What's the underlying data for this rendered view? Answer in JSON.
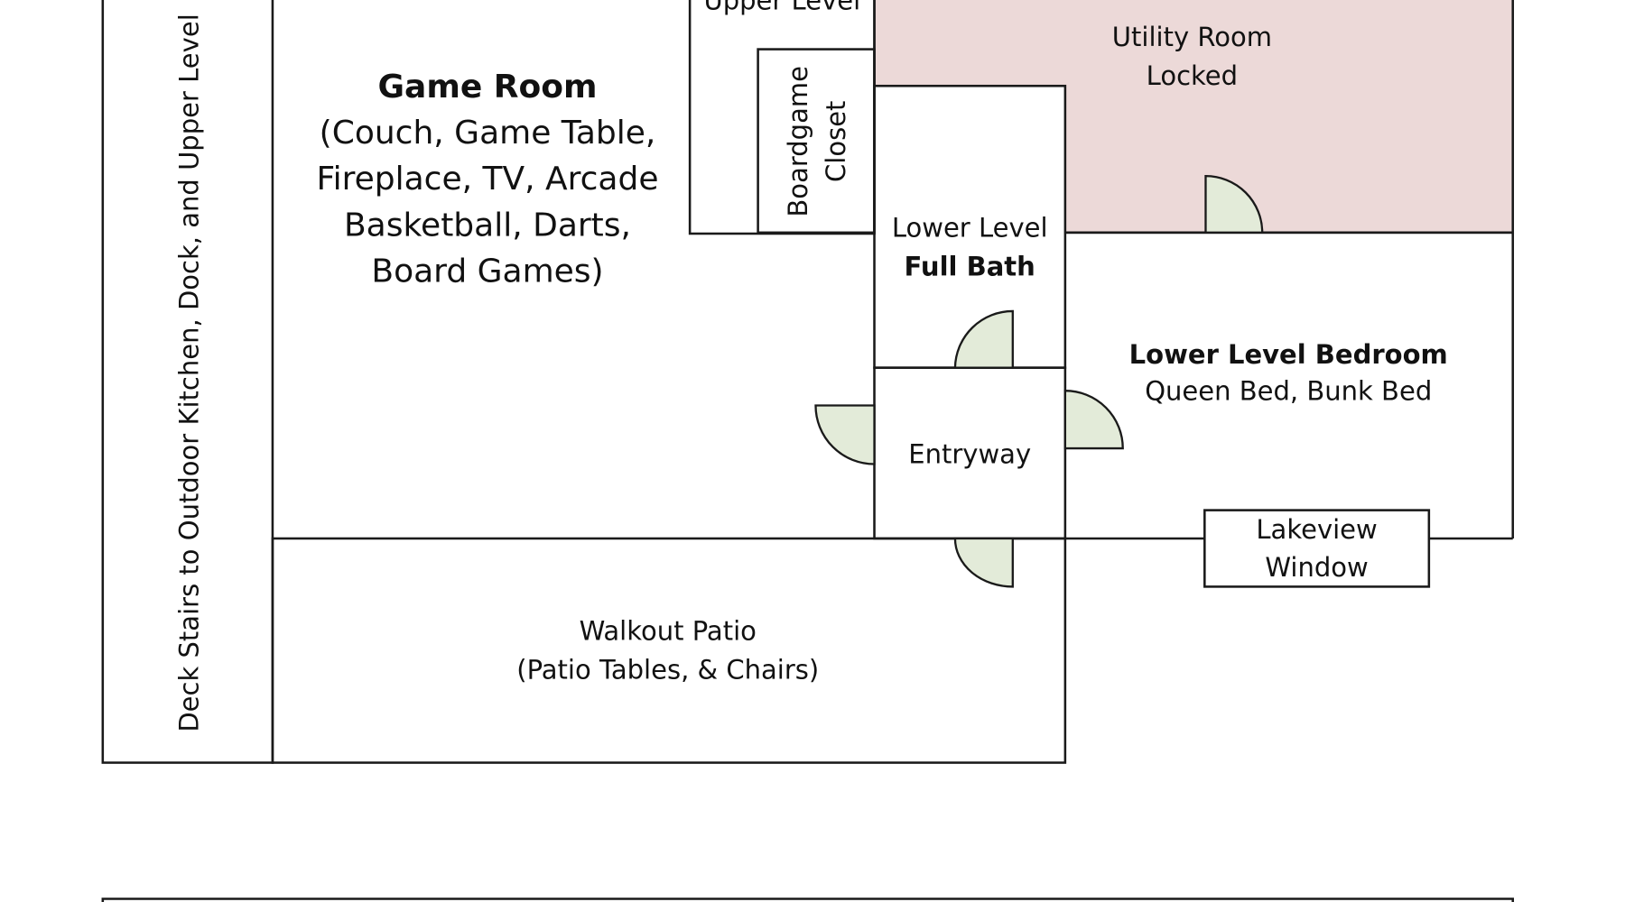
{
  "rooms": {
    "deck_stairs": "Deck Stairs to Outdoor Kitchen, Dock, and Upper Level",
    "upper_level": "Upper Level",
    "game_room": {
      "title": "Game Room",
      "lines": [
        "(Couch, Game Table,",
        "Fireplace, TV, Arcade",
        "Basketball, Darts,",
        "Board Games)"
      ]
    },
    "boardgame_closet": [
      "Boardgame",
      "Closet"
    ],
    "utility_room": [
      "Utility Room",
      "Locked"
    ],
    "full_bath": [
      "Lower Level",
      "Full Bath"
    ],
    "bedroom": {
      "title": "Lower Level Bedroom",
      "subtitle": "Queen Bed, Bunk Bed"
    },
    "entryway": "Entryway",
    "window": [
      "Lakeview",
      "Window"
    ],
    "patio": [
      "Walkout Patio",
      "(Patio Tables, & Chairs)"
    ]
  },
  "colors": {
    "utility": "#ecd9d8",
    "door": "#e3ebd9"
  }
}
